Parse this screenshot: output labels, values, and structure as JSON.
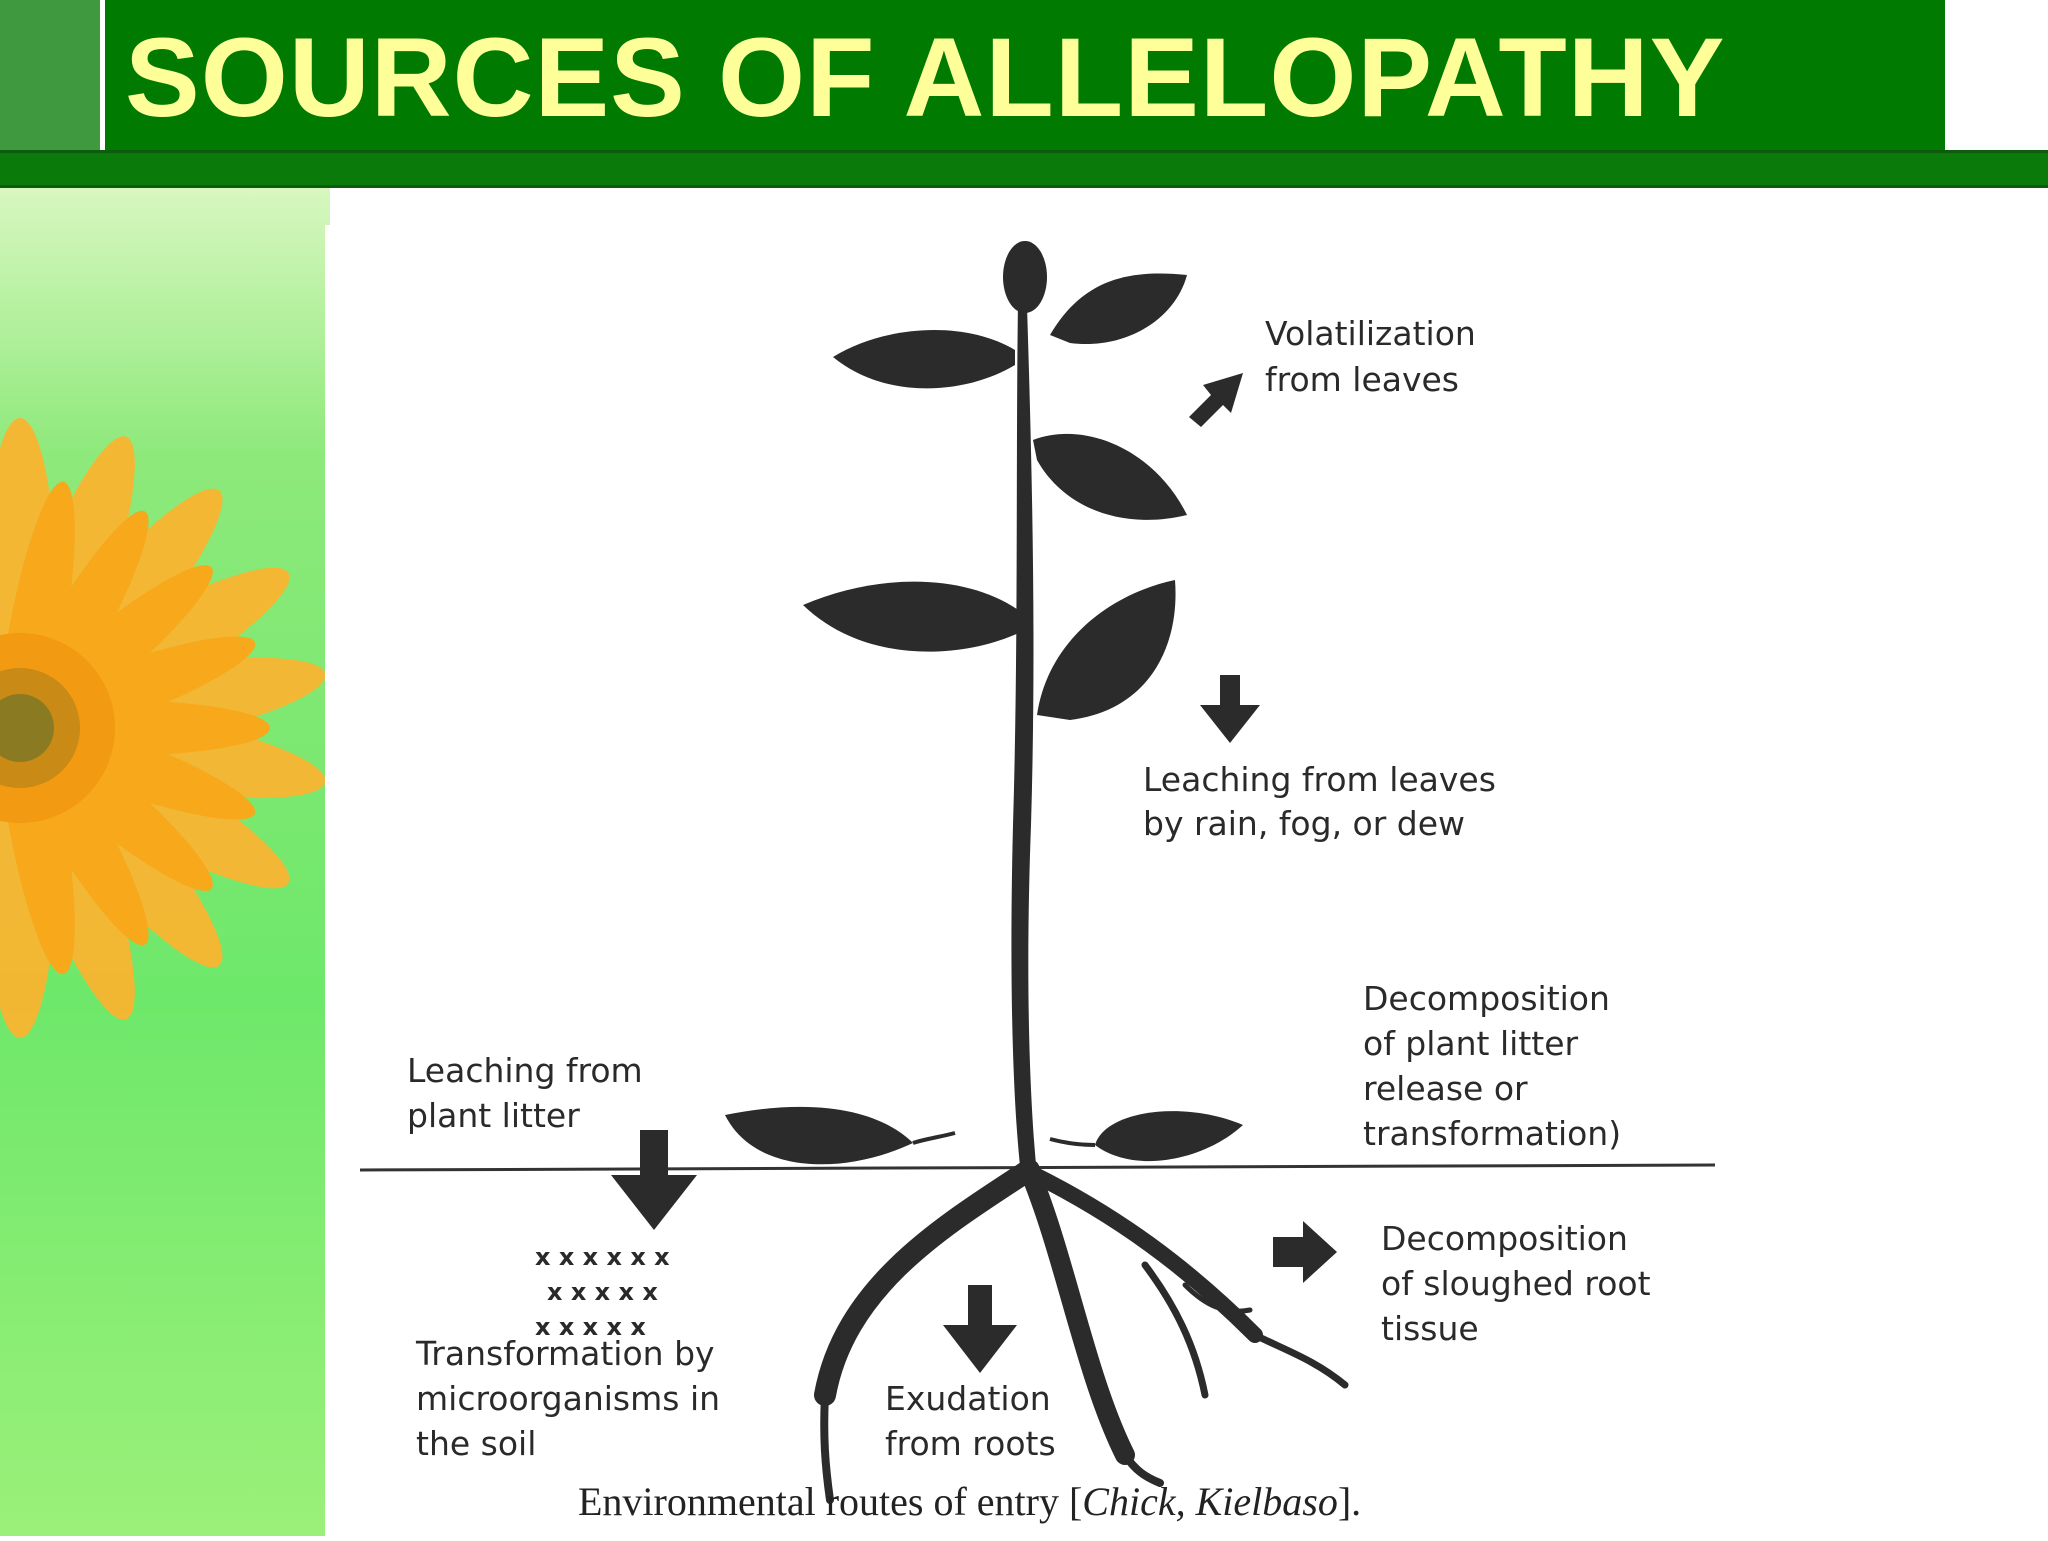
{
  "slide": {
    "title": "SOURCES OF ALLELOPATHY"
  },
  "diagram": {
    "labels": {
      "volatilization": [
        "Volatilization",
        "from leaves"
      ],
      "leaching_leaves": [
        "Leaching from leaves",
        "by rain, fog, or dew"
      ],
      "decomposition_litter": [
        "Decomposition",
        "of plant litter",
        "release or",
        "transformation)"
      ],
      "leaching_litter": [
        "Leaching from",
        "plant litter"
      ],
      "decomposition_root": [
        "Decomposition",
        "of sloughed root",
        "tissue"
      ],
      "transformation": [
        "Transformation by",
        "microorganisms in",
        "the soil"
      ],
      "exudation": [
        "Exudation",
        "from roots"
      ]
    },
    "microbe_marks": [
      "x x x x x x",
      "x x x x x",
      "x x x x x"
    ],
    "caption_prefix": "Environmental routes of entry [",
    "caption_authors": "Chick, Kielbaso",
    "caption_suffix": "]."
  },
  "colors": {
    "title_background": "#007a00",
    "title_text": "#ffff99",
    "plant_fill": "#2b2b2b",
    "flower": "#f7a81b"
  }
}
